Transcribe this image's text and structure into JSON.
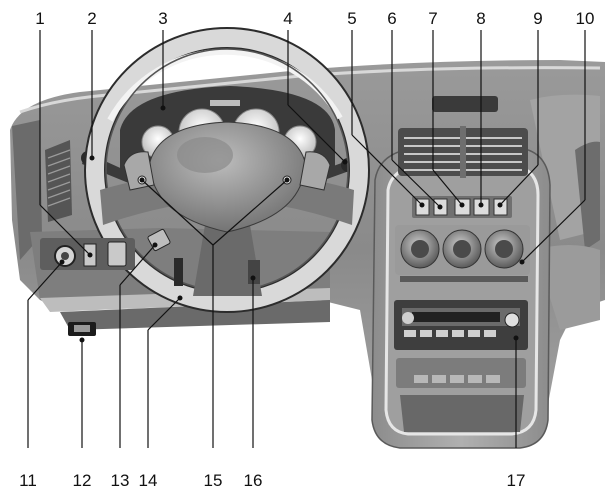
{
  "callouts_top": [
    {
      "id": "c1",
      "label": "1"
    },
    {
      "id": "c2",
      "label": "2"
    },
    {
      "id": "c3",
      "label": "3"
    },
    {
      "id": "c4",
      "label": "4"
    },
    {
      "id": "c5",
      "label": "5"
    },
    {
      "id": "c6",
      "label": "6"
    },
    {
      "id": "c7",
      "label": "7"
    },
    {
      "id": "c8",
      "label": "8"
    },
    {
      "id": "c9",
      "label": "9"
    },
    {
      "id": "c10",
      "label": "10"
    }
  ],
  "callouts_bottom": [
    {
      "id": "c11",
      "label": "11"
    },
    {
      "id": "c12",
      "label": "12"
    },
    {
      "id": "c13",
      "label": "13"
    },
    {
      "id": "c14",
      "label": "14"
    },
    {
      "id": "c15",
      "label": "15"
    },
    {
      "id": "c16",
      "label": "16"
    },
    {
      "id": "c17",
      "label": "17"
    }
  ],
  "colors": {
    "dash_dark": "#4a4a4a",
    "dash_mid": "#7d7d7d",
    "dash_light": "#b5b5b5",
    "highlight": "#e6e6e6",
    "ink": "#111111"
  }
}
